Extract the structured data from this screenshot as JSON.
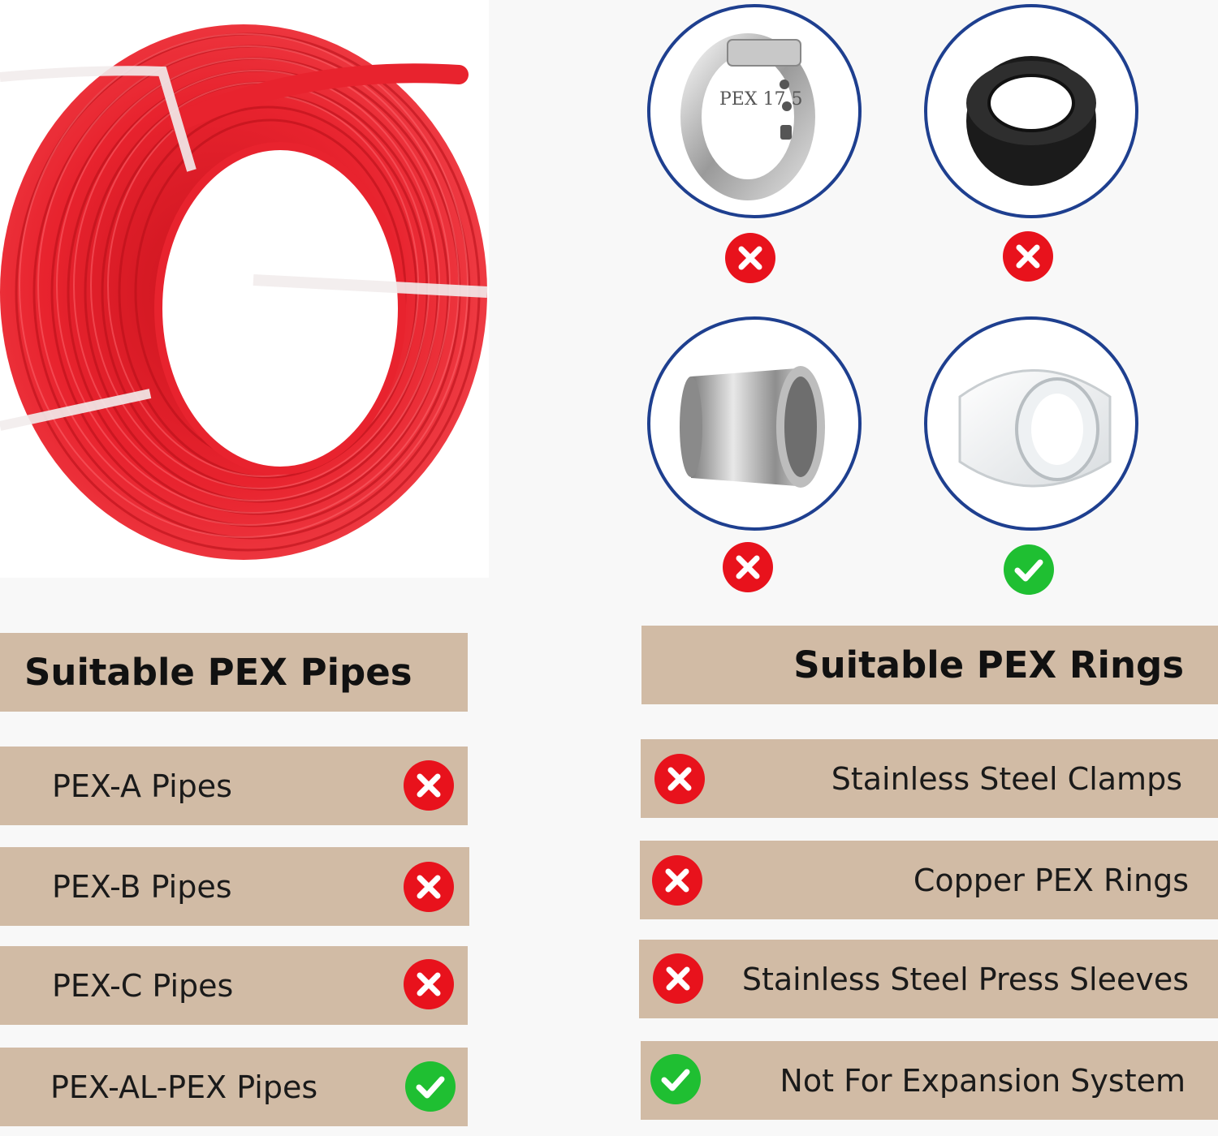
{
  "pipes_panel": {
    "title": "Suitable PEX Pipes",
    "items": [
      {
        "label": "PEX-A Pipes",
        "status": "cross"
      },
      {
        "label": "PEX-B Pipes",
        "status": "cross"
      },
      {
        "label": "PEX-C Pipes",
        "status": "cross"
      },
      {
        "label": "PEX-AL-PEX Pipes",
        "status": "check"
      }
    ]
  },
  "rings_panel": {
    "title": "Suitable PEX Rings",
    "items": [
      {
        "label": "Stainless Steel Clamps",
        "status": "cross"
      },
      {
        "label": "Copper PEX Rings",
        "status": "cross"
      },
      {
        "label": "Stainless Steel Press Sleeves",
        "status": "cross"
      },
      {
        "label": "Not For Expansion System",
        "status": "check"
      }
    ]
  },
  "ring_gallery": [
    {
      "name": "stainless-steel-clamp",
      "status": "cross",
      "engraving": "PEX 17.5"
    },
    {
      "name": "black-ring",
      "status": "cross"
    },
    {
      "name": "steel-press-sleeve",
      "status": "cross"
    },
    {
      "name": "white-ring",
      "status": "check"
    }
  ],
  "colors": {
    "bar": "#d1bba5",
    "cross": "#e8121c",
    "check": "#1fbf32",
    "circle_border": "#1e3f8f",
    "pipe": "#e8232e"
  },
  "icons": {
    "cross": "x-circle-icon",
    "check": "check-circle-icon"
  }
}
